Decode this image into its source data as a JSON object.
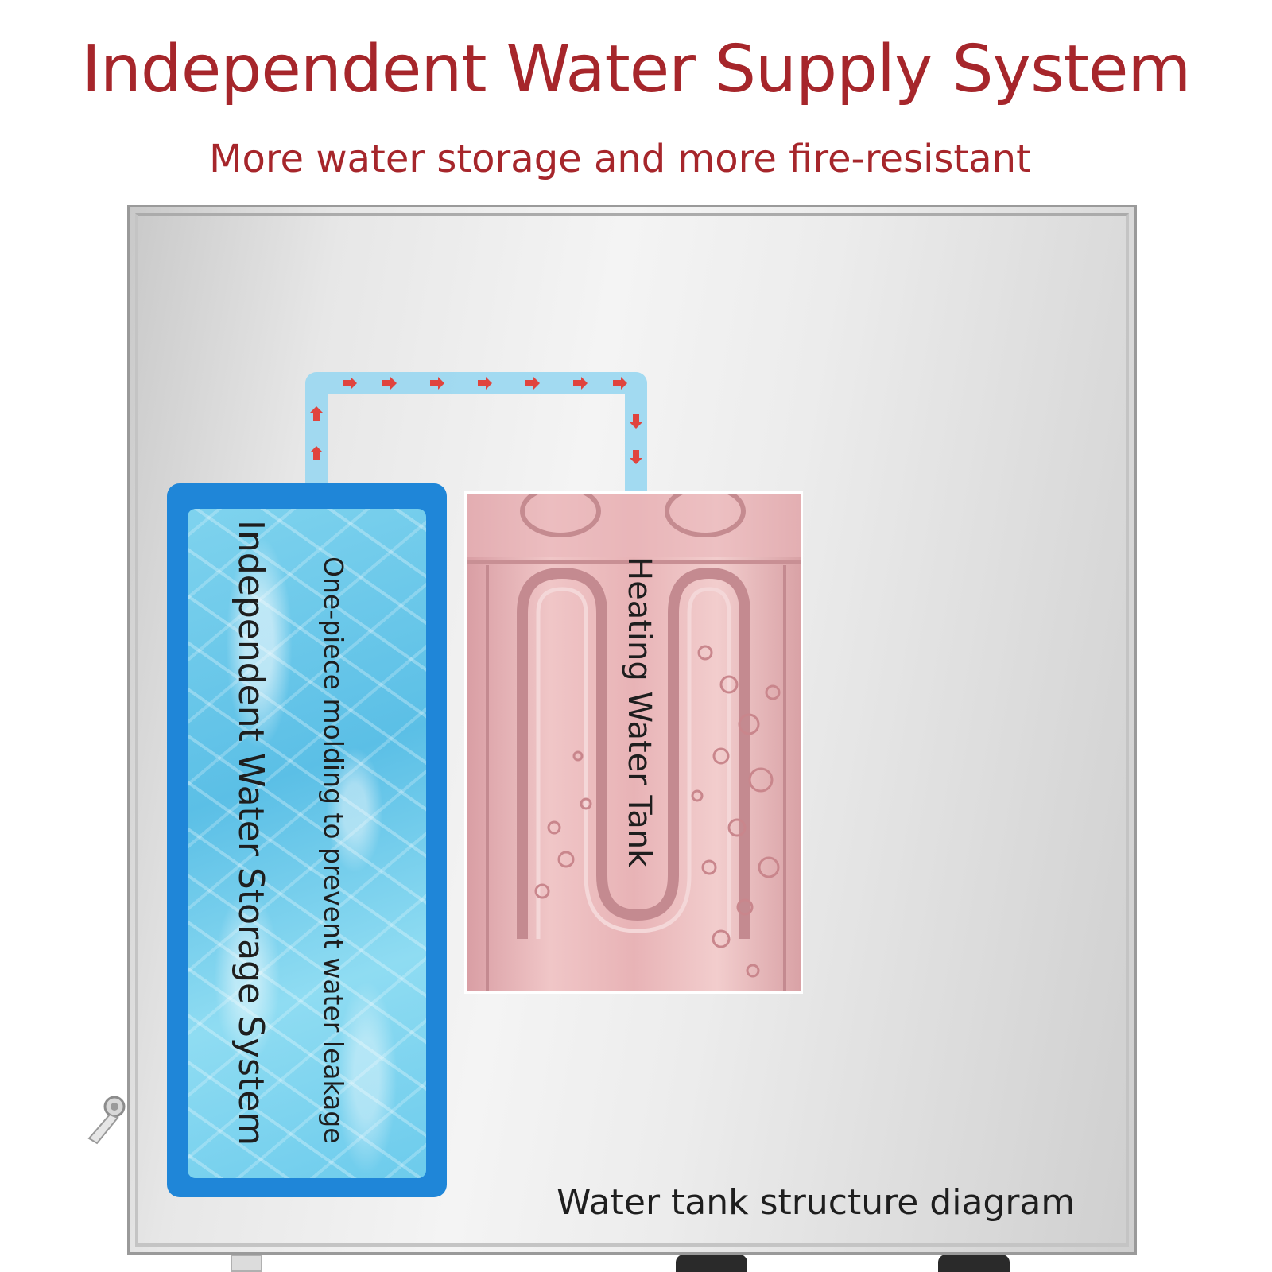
{
  "title": "Independent Water Supply System",
  "subtitle": "More water storage and more fire-resistant",
  "labels": {
    "storage_system": "Independent Water Storage System",
    "molding_note": "One-piece molding to prevent water leakage",
    "heating_tank": "Heating Water Tank",
    "diagram_caption": "Water tank structure diagram"
  },
  "colors": {
    "title_red": "#a6262b",
    "storage_blue": "#1f86d8",
    "pipe_blue": "#9dd8f0",
    "arrow_red": "#e0443e",
    "heater_pink": "#e8b3b6"
  },
  "icons": {
    "flow_arrow": "flow-arrow-icon",
    "latch": "latch-icon"
  }
}
